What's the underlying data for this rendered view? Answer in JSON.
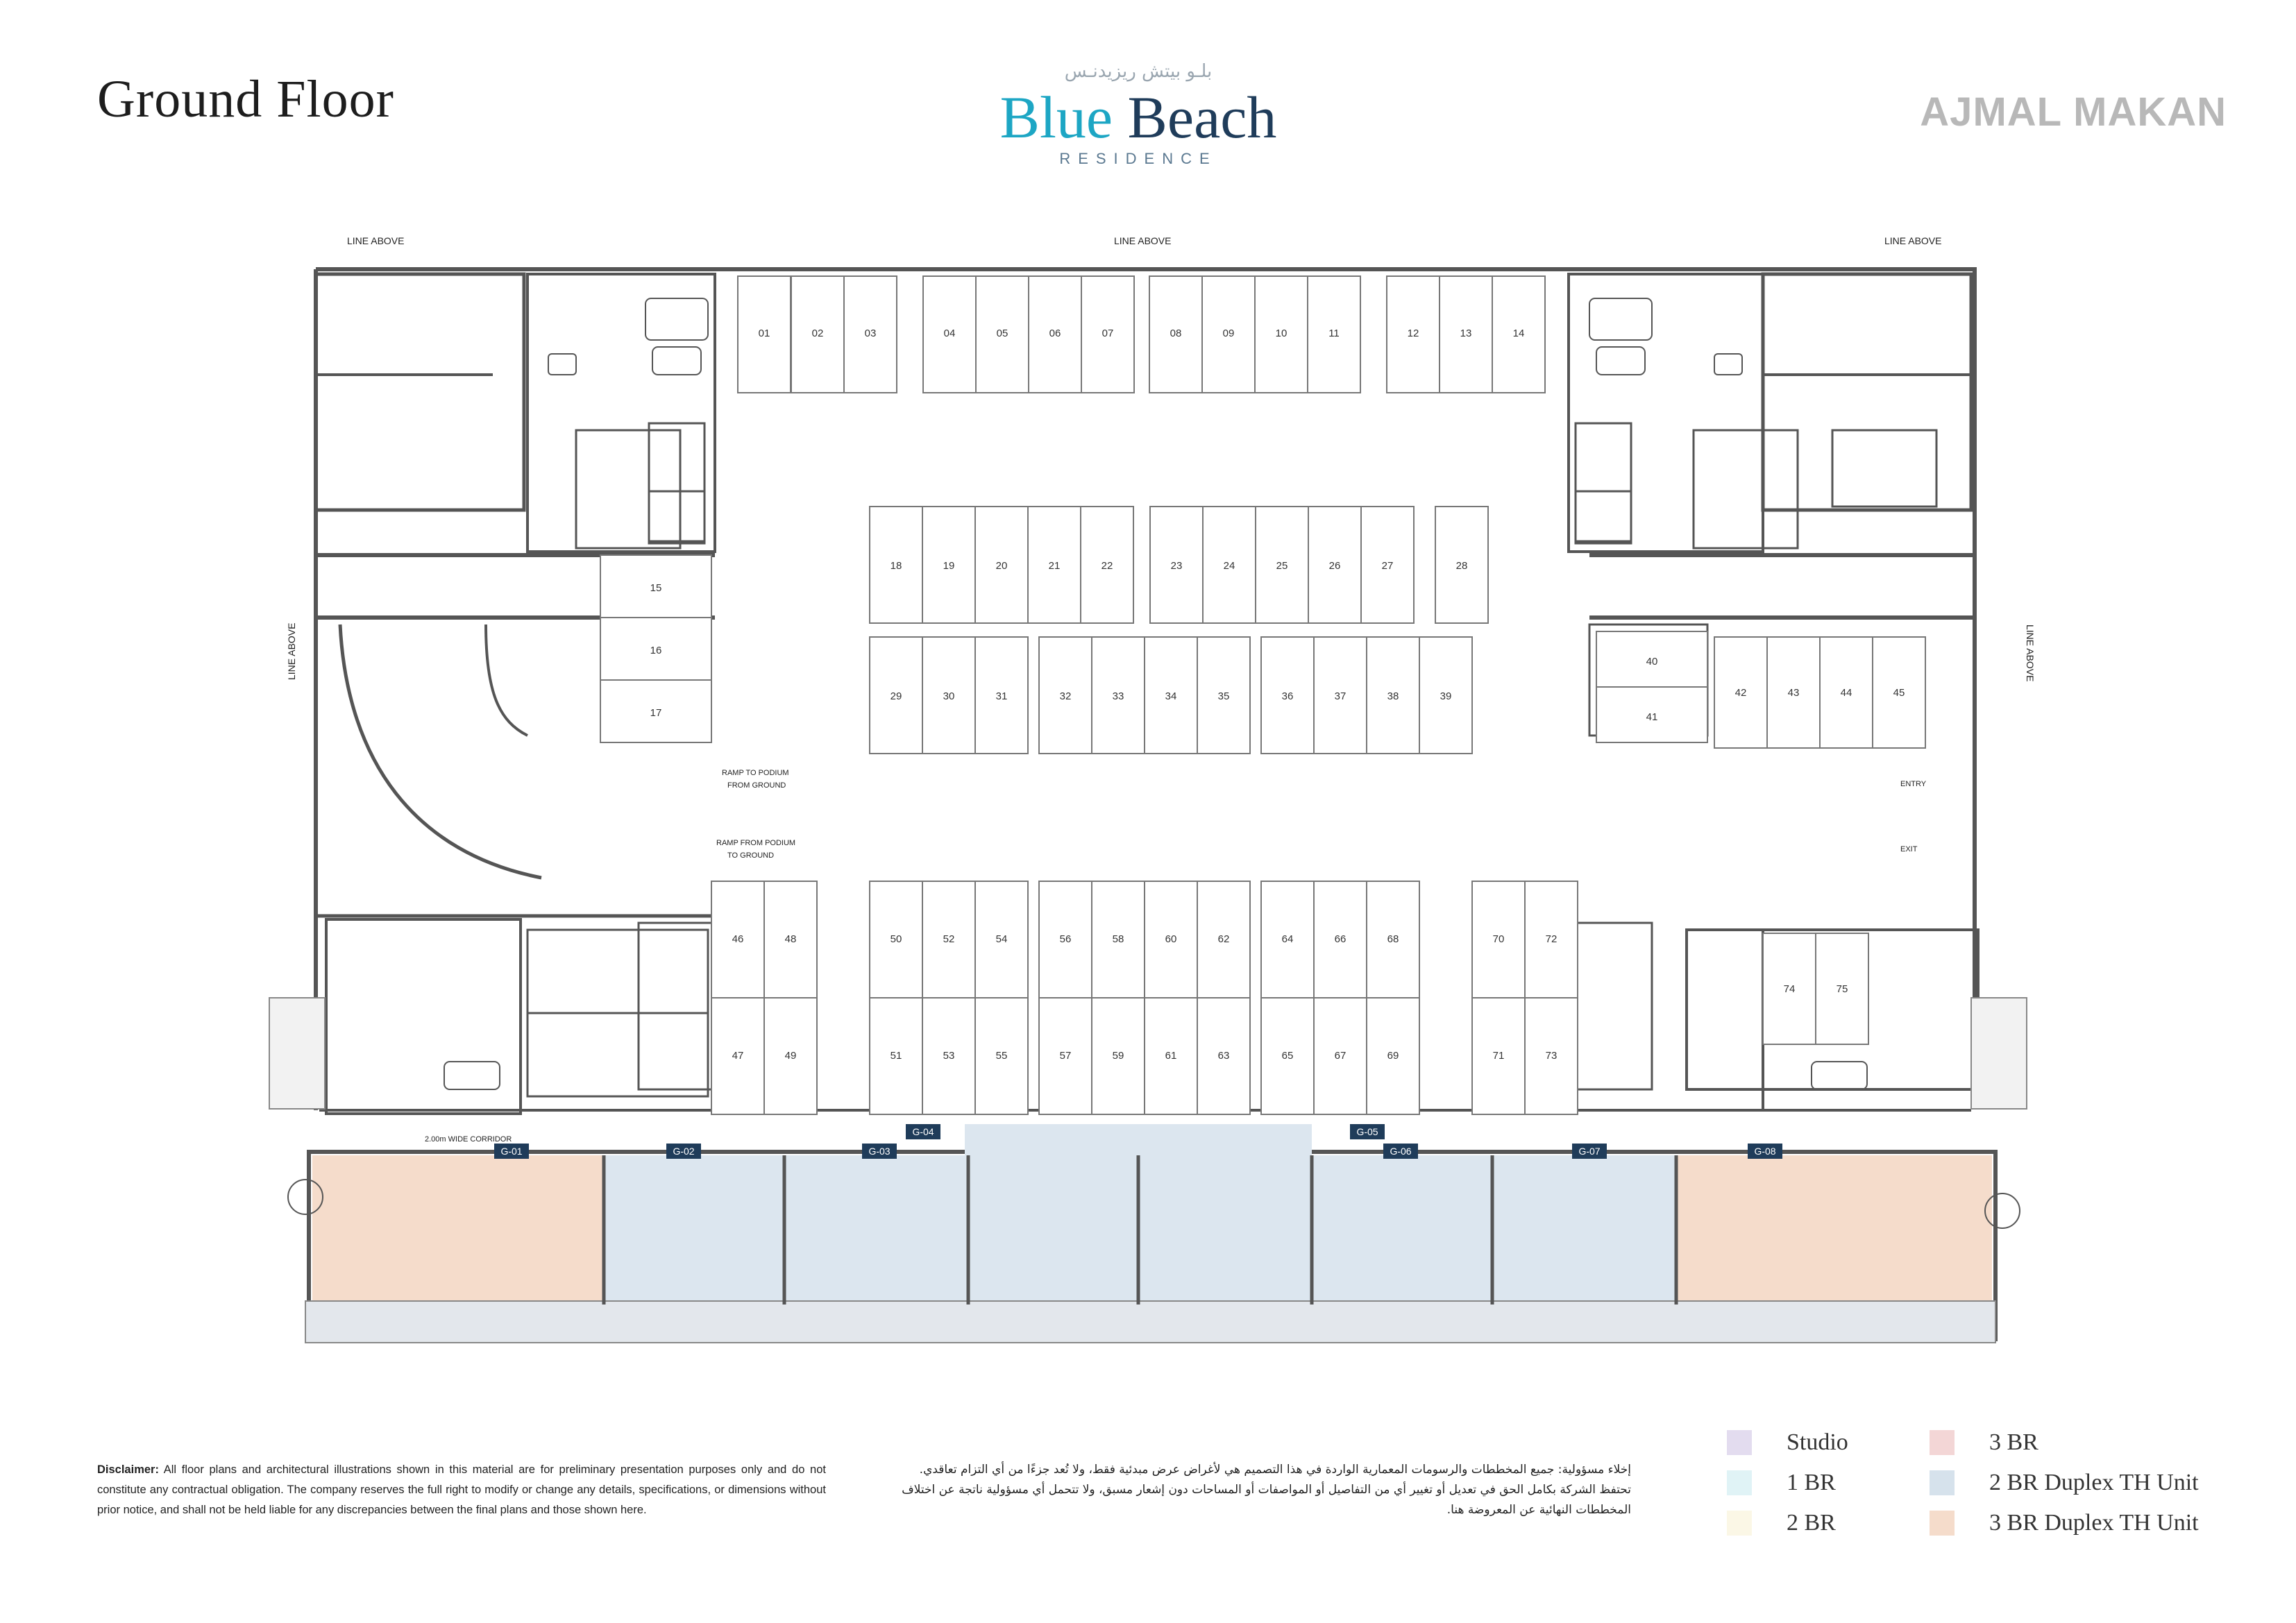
{
  "header": {
    "title": "Ground Floor",
    "brand_arabic": "بلـو بيتش ريزيدنـس",
    "brand_word1": "Blue",
    "brand_word2": "Beach",
    "brand_sub": "RESIDENCE",
    "developer": "AJMAL MAKAN"
  },
  "plan": {
    "line_above_labels": [
      "LINE ABOVE",
      "LINE ABOVE",
      "LINE ABOVE",
      "LINE ABOVE",
      "LINE ABOVE"
    ],
    "ramp_up": [
      "RAMP TO PODIUM",
      "FROM GROUND"
    ],
    "ramp_down": [
      "RAMP FROM PODIUM",
      "TO GROUND"
    ],
    "entry": "ENTRY",
    "exit": "EXIT",
    "corridor": "2.00m WIDE CORRIDOR",
    "parking_rows": {
      "top": [
        "01",
        "02",
        "03",
        "04",
        "05",
        "06",
        "07",
        "08",
        "09",
        "10",
        "11",
        "12",
        "13",
        "14"
      ],
      "mid_upper": [
        "18",
        "19",
        "20",
        "21",
        "22",
        "23",
        "24",
        "25",
        "26",
        "27",
        "28"
      ],
      "mid_lower": [
        "29",
        "30",
        "31",
        "32",
        "33",
        "34",
        "35",
        "36",
        "37",
        "38",
        "39"
      ],
      "left_stack": [
        "15",
        "16",
        "17"
      ],
      "right_stack": [
        "40",
        "41"
      ],
      "right_row": [
        "42",
        "43",
        "44",
        "45"
      ],
      "lower_a": [
        "46",
        "48",
        "50",
        "52",
        "54",
        "56",
        "58",
        "60",
        "62",
        "64",
        "66",
        "68",
        "70",
        "72"
      ],
      "lower_b": [
        "47",
        "49",
        "51",
        "53",
        "55",
        "57",
        "59",
        "61",
        "63",
        "65",
        "67",
        "69",
        "71",
        "73"
      ],
      "right_pair": [
        "74",
        "75"
      ]
    },
    "units": [
      "G-01",
      "G-02",
      "G-03",
      "G-04",
      "G-05",
      "G-06",
      "G-07",
      "G-08"
    ],
    "unit_colors": {
      "duplex2": "#dce6ef",
      "duplex3": "#f5dccb"
    }
  },
  "disclaimer": {
    "label": "Disclaimer:",
    "text_en": "All floor plans and architectural illustrations shown in this material are for preliminary presentation purposes only and do not constitute any contractual obligation. The company reserves the full right to modify or change any details, specifications, or dimensions without prior notice, and shall not be held liable for any discrepancies between the final plans and those shown here.",
    "text_ar": "إخلاء مسؤولية: جميع المخططات والرسومات المعمارية الواردة في هذا التصميم هي لأغراض عرض مبدئية فقط، ولا تُعد جزءًا من أي التزام تعاقدي. تحتفظ الشركة بكامل الحق في تعديل أو تغيير أي من التفاصيل أو المواصفات أو المساحات دون إشعار مسبق، ولا تتحمل أي مسؤولية ناتجة عن اختلاف المخططات النهائية عن المعروضة هنا."
  },
  "legend": [
    {
      "label": "Studio",
      "color": "#e3dcef"
    },
    {
      "label": "1 BR",
      "color": "#e0f3f6"
    },
    {
      "label": "2 BR",
      "color": "#fbf7e6"
    },
    {
      "label": "3 BR",
      "color": "#f3d6d6"
    },
    {
      "label": "2 BR Duplex TH Unit",
      "color": "#d6e2ec"
    },
    {
      "label": "3 BR Duplex TH Unit",
      "color": "#f5dccb"
    }
  ]
}
